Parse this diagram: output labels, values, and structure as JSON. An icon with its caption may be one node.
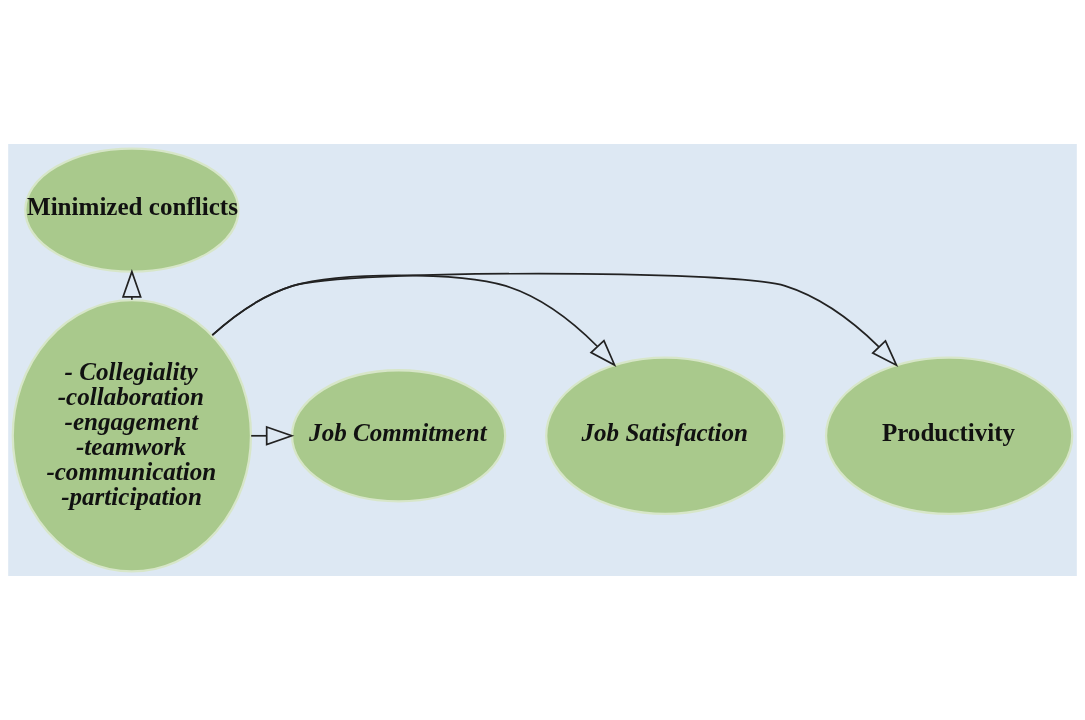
{
  "diagram": {
    "nodes": [
      {
        "text": [
          "- Collegiality",
          "-collaboration",
          "-engagement",
          "-teamwork",
          "-communication",
          "-participation"
        ]
      },
      {
        "text": [
          "Minimized conflicts"
        ]
      },
      {
        "text": [
          "Productivity"
        ]
      },
      {
        "text": [
          "Job Satisfaction"
        ]
      },
      {
        "text": [
          "Job Commitment"
        ]
      }
    ],
    "edges": [
      {
        "from": 0,
        "to": 1,
        "arrow": "to"
      },
      {
        "from": 0,
        "to": 2,
        "arrow": "to"
      },
      {
        "from": 0,
        "to": 3,
        "arrow": "to"
      },
      {
        "from": 0,
        "to": 4,
        "arrow": "to"
      }
    ]
  }
}
